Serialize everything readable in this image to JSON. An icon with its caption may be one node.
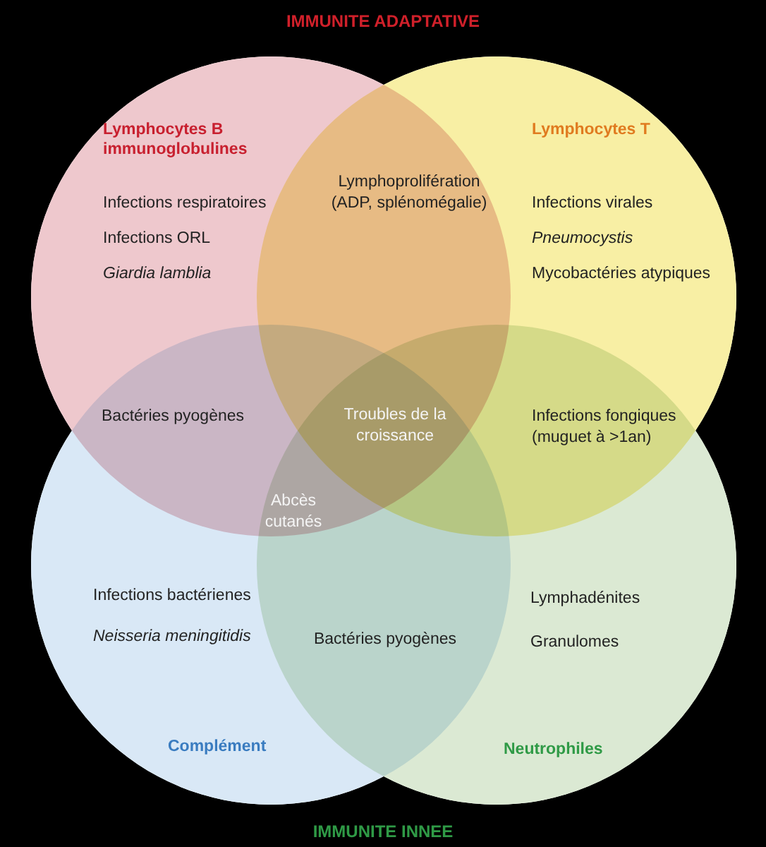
{
  "diagram": {
    "title": "IMMUNITE ADAPTATIVE",
    "caption": "IMMUNITE INNEE",
    "nodes": [
      {
        "text": [
          "Lymphocytes B immunoglobulines",
          "Infections respiratoires",
          "Infections ORL",
          "Giardia lamblia"
        ]
      },
      {
        "text": [
          "Lymphocytes T",
          "Infections virales",
          "Pneumocystis",
          "Mycobactéries atypiques"
        ]
      },
      {
        "text": [
          "Infections bactérienes",
          "Neisseria meningitidis",
          "Complément"
        ]
      },
      {
        "text": [
          "Lymphadénites",
          "Granulomes",
          "Neutrophiles"
        ]
      }
    ],
    "edges": [],
    "labels": [
      "Lymphoprolifération (ADP, splénomégalie)",
      "Bactéries pyogènes",
      "Troubles de la croissance",
      "Infections fongiques (muguet à >1an)",
      "Abcès cutanés",
      "Bactéries pyogènes"
    ]
  }
}
